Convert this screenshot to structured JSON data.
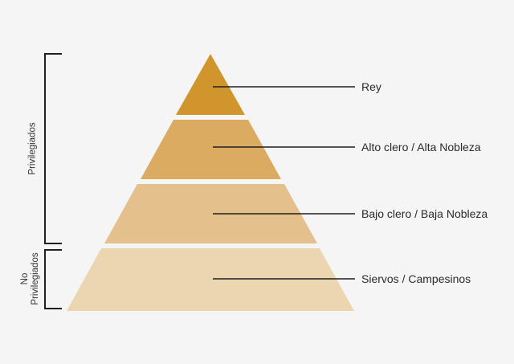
{
  "tiers": [
    {
      "label": "Rey",
      "color": "#d0952d"
    },
    {
      "label": "Alto clero / Alta Nobleza",
      "color": "#dbab62"
    },
    {
      "label": "Bajo clero / Baja Nobleza",
      "color": "#e3c08c"
    },
    {
      "label": "Siervos / Campesinos",
      "color": "#ebd6b1"
    }
  ],
  "groups": {
    "privileged": {
      "label": "Privilegiados"
    },
    "non_privileged": {
      "line1": "No",
      "line2": "Privilegiados"
    }
  },
  "colors": {
    "background": "#f5f5f5",
    "lines": "#1f1f1f",
    "text": "#2b2b2b"
  }
}
